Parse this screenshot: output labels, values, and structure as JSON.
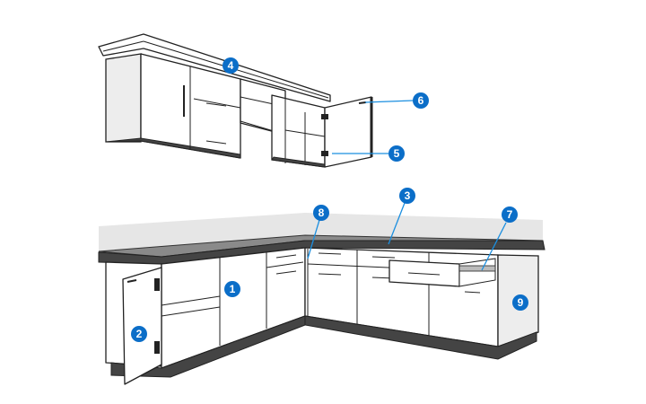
{
  "callouts": [
    {
      "id": "1",
      "label": "1"
    },
    {
      "id": "2",
      "label": "2"
    },
    {
      "id": "3",
      "label": "3"
    },
    {
      "id": "4",
      "label": "4"
    },
    {
      "id": "5",
      "label": "5"
    },
    {
      "id": "6",
      "label": "6"
    },
    {
      "id": "7",
      "label": "7"
    },
    {
      "id": "8",
      "label": "8"
    },
    {
      "id": "9",
      "label": "9"
    }
  ],
  "colors": {
    "callout": "#0b6ec8",
    "arrow": "#1b8fe0",
    "countertop": "#444444",
    "backsplash": "#e6e6e6"
  }
}
